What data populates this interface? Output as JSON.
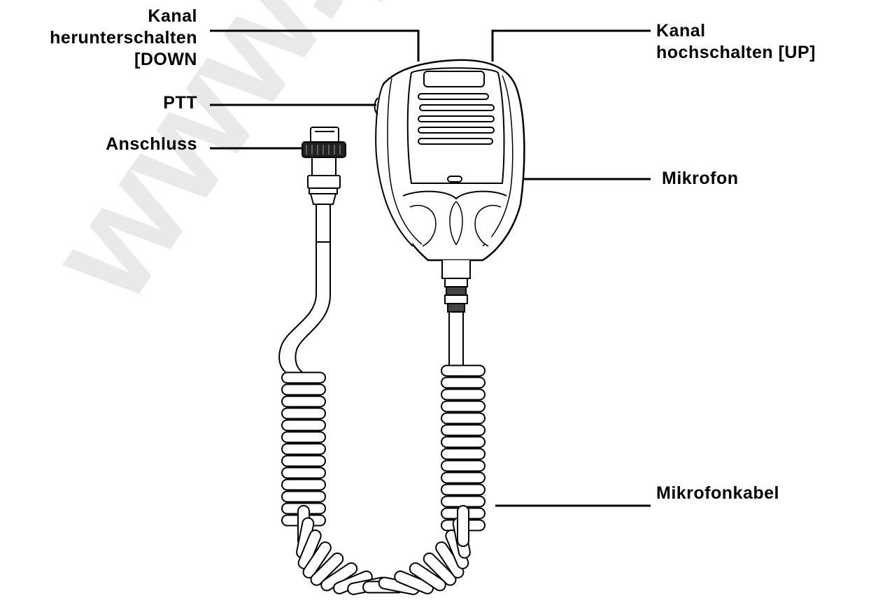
{
  "labels": {
    "down_line1": "Kanal",
    "down_line2": "herunterschalten",
    "down_line3": "[DOWN",
    "up_line1": "Kanal",
    "up_line2": "hochschalten [UP]",
    "ptt": "PTT",
    "connector": "Anschluss",
    "microphone": "Mikrofon",
    "cable": "Mikrofonkabel"
  },
  "watermark": "www.pib",
  "colors": {
    "ink": "#000000",
    "watermark": "#e9e9e9",
    "background": "#ffffff"
  }
}
